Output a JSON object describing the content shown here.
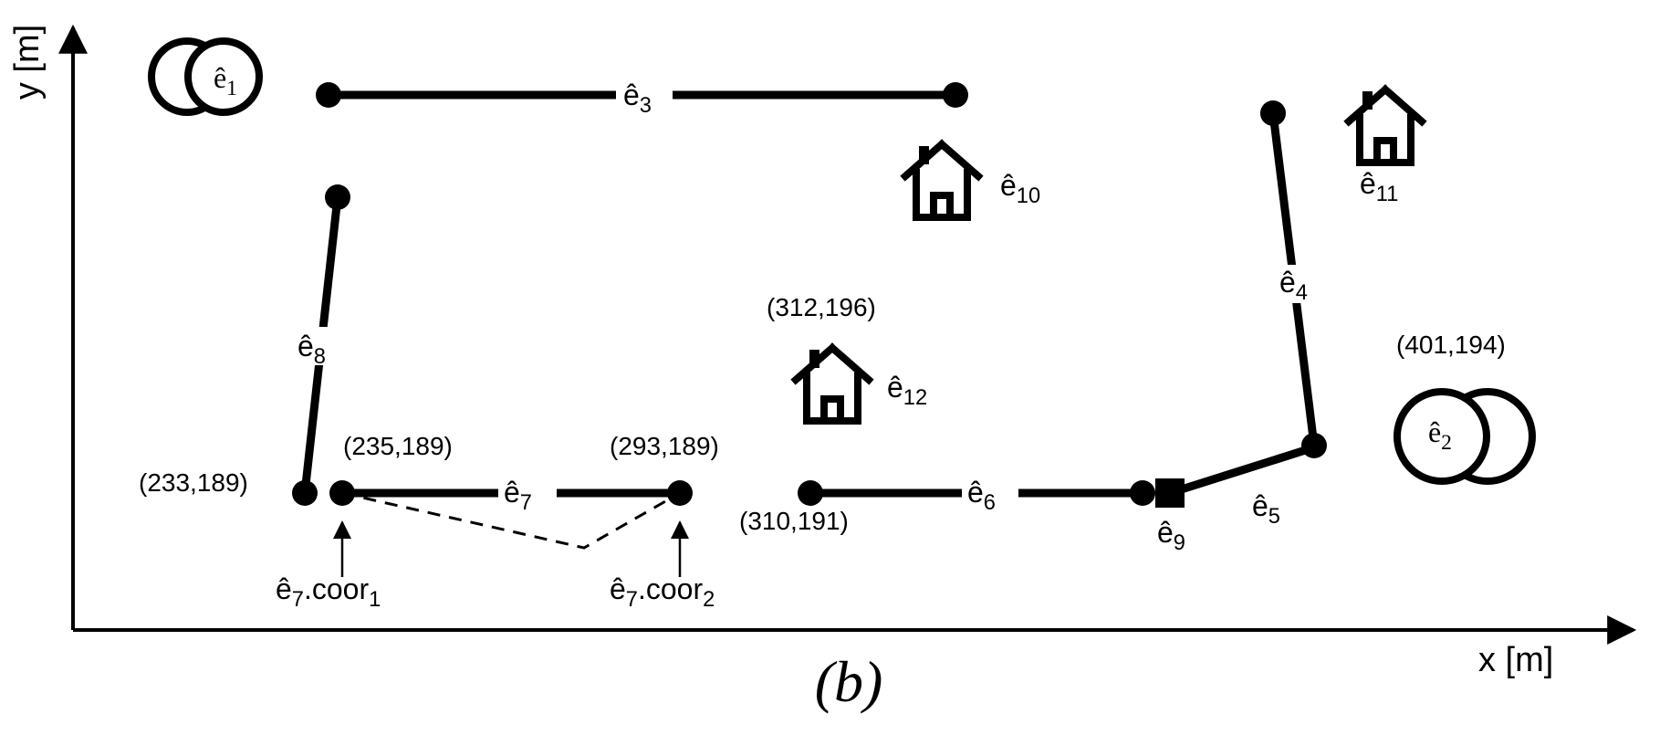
{
  "axes": {
    "x_label": "x [m]",
    "y_label": "y [m]"
  },
  "caption": "(b)",
  "entities": {
    "e1": {
      "base": "ê",
      "sub": "1"
    },
    "e2": {
      "base": "ê",
      "sub": "2"
    },
    "e3": {
      "base": "ê",
      "sub": "3"
    },
    "e4": {
      "base": "ê",
      "sub": "4"
    },
    "e5": {
      "base": "ê",
      "sub": "5"
    },
    "e6": {
      "base": "ê",
      "sub": "6"
    },
    "e7": {
      "base": "ê",
      "sub": "7"
    },
    "e8": {
      "base": "ê",
      "sub": "8"
    },
    "e9": {
      "base": "ê",
      "sub": "9"
    },
    "e10": {
      "base": "ê",
      "sub": "10"
    },
    "e11": {
      "base": "ê",
      "sub": "11"
    },
    "e12": {
      "base": "ê",
      "sub": "12"
    }
  },
  "coordinates": {
    "c233_189": "(233,189)",
    "c235_189": "(235,189)",
    "c293_189": "(293,189)",
    "c310_191": "(310,191)",
    "c312_196": "(312,196)",
    "c401_194": "(401,194)"
  },
  "annotations": {
    "coor1": {
      "base": "ê",
      "sub": "7",
      "suffix": ".coor",
      "suffix_sub": "1"
    },
    "coor2": {
      "base": "ê",
      "sub": "7",
      "suffix": ".coor",
      "suffix_sub": "2"
    }
  }
}
